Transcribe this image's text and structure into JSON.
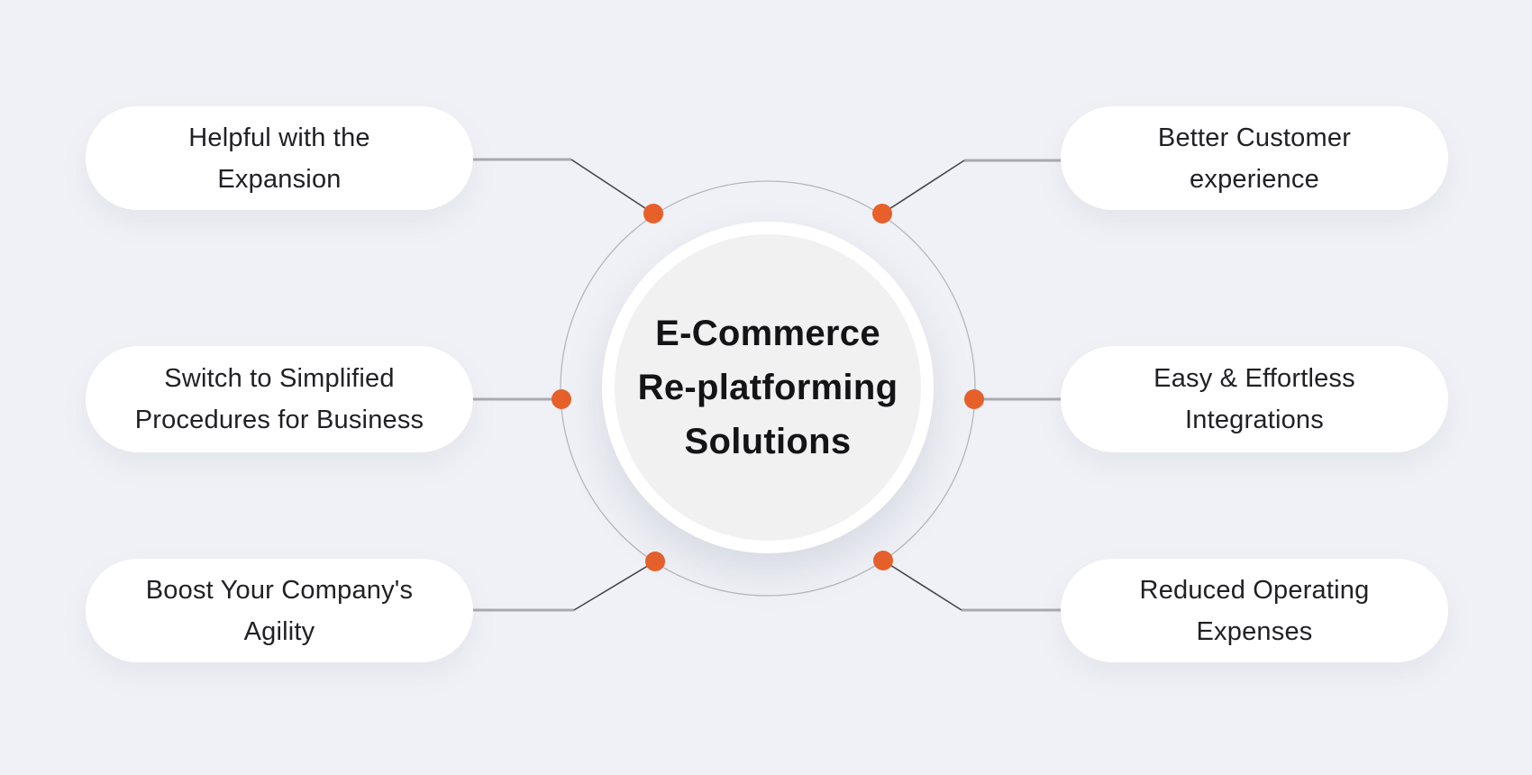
{
  "colors": {
    "background": "#eff1f6",
    "accent_dot": "#e7602a",
    "pill_background": "#ffffff",
    "center_fill": "#f1f1f2",
    "ring_stroke": "#b6b7bd",
    "connector_gray": "#a9aaae",
    "connector_dark": "#46464b",
    "text_dark": "#212125"
  },
  "center": {
    "title": "E-Commerce\nRe-platforming\nSolutions"
  },
  "left_items": [
    {
      "label": "Helpful with the\nExpansion"
    },
    {
      "label": "Switch to Simplified\nProcedures for Business"
    },
    {
      "label": "Boost Your Company's\nAgility"
    }
  ],
  "right_items": [
    {
      "label": "Better Customer\nexperience"
    },
    {
      "label": "Easy & Effortless\nIntegrations"
    },
    {
      "label": "Reduced Operating\nExpenses"
    }
  ]
}
